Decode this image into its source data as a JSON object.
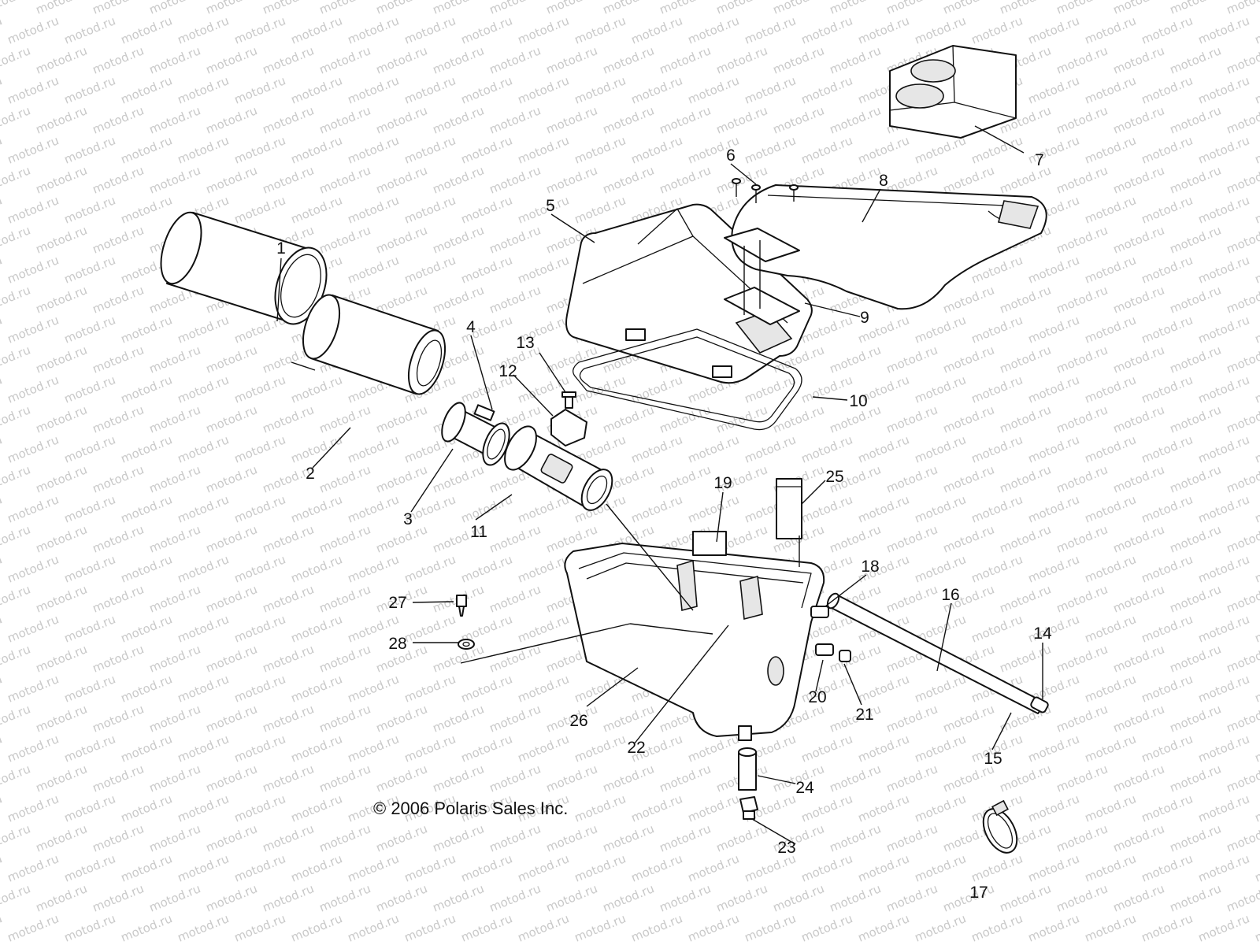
{
  "watermark": {
    "text": "motod.ru"
  },
  "diagram": {
    "copyright": "© 2006 Polaris Sales Inc.",
    "callouts": [
      {
        "id": "1",
        "label": "1"
      },
      {
        "id": "2",
        "label": "2"
      },
      {
        "id": "3",
        "label": "3"
      },
      {
        "id": "4",
        "label": "4"
      },
      {
        "id": "5",
        "label": "5"
      },
      {
        "id": "6",
        "label": "6"
      },
      {
        "id": "7",
        "label": "7"
      },
      {
        "id": "8",
        "label": "8"
      },
      {
        "id": "9",
        "label": "9"
      },
      {
        "id": "10",
        "label": "10"
      },
      {
        "id": "11",
        "label": "11"
      },
      {
        "id": "12",
        "label": "12"
      },
      {
        "id": "13",
        "label": "13"
      },
      {
        "id": "14",
        "label": "14"
      },
      {
        "id": "15",
        "label": "15"
      },
      {
        "id": "16",
        "label": "16"
      },
      {
        "id": "17",
        "label": "17"
      },
      {
        "id": "18",
        "label": "18"
      },
      {
        "id": "19",
        "label": "19"
      },
      {
        "id": "20",
        "label": "20"
      },
      {
        "id": "21",
        "label": "21"
      },
      {
        "id": "22",
        "label": "22"
      },
      {
        "id": "23",
        "label": "23"
      },
      {
        "id": "24",
        "label": "24"
      },
      {
        "id": "25",
        "label": "25"
      },
      {
        "id": "26",
        "label": "26"
      },
      {
        "id": "27",
        "label": "27"
      },
      {
        "id": "28",
        "label": "28"
      }
    ]
  }
}
